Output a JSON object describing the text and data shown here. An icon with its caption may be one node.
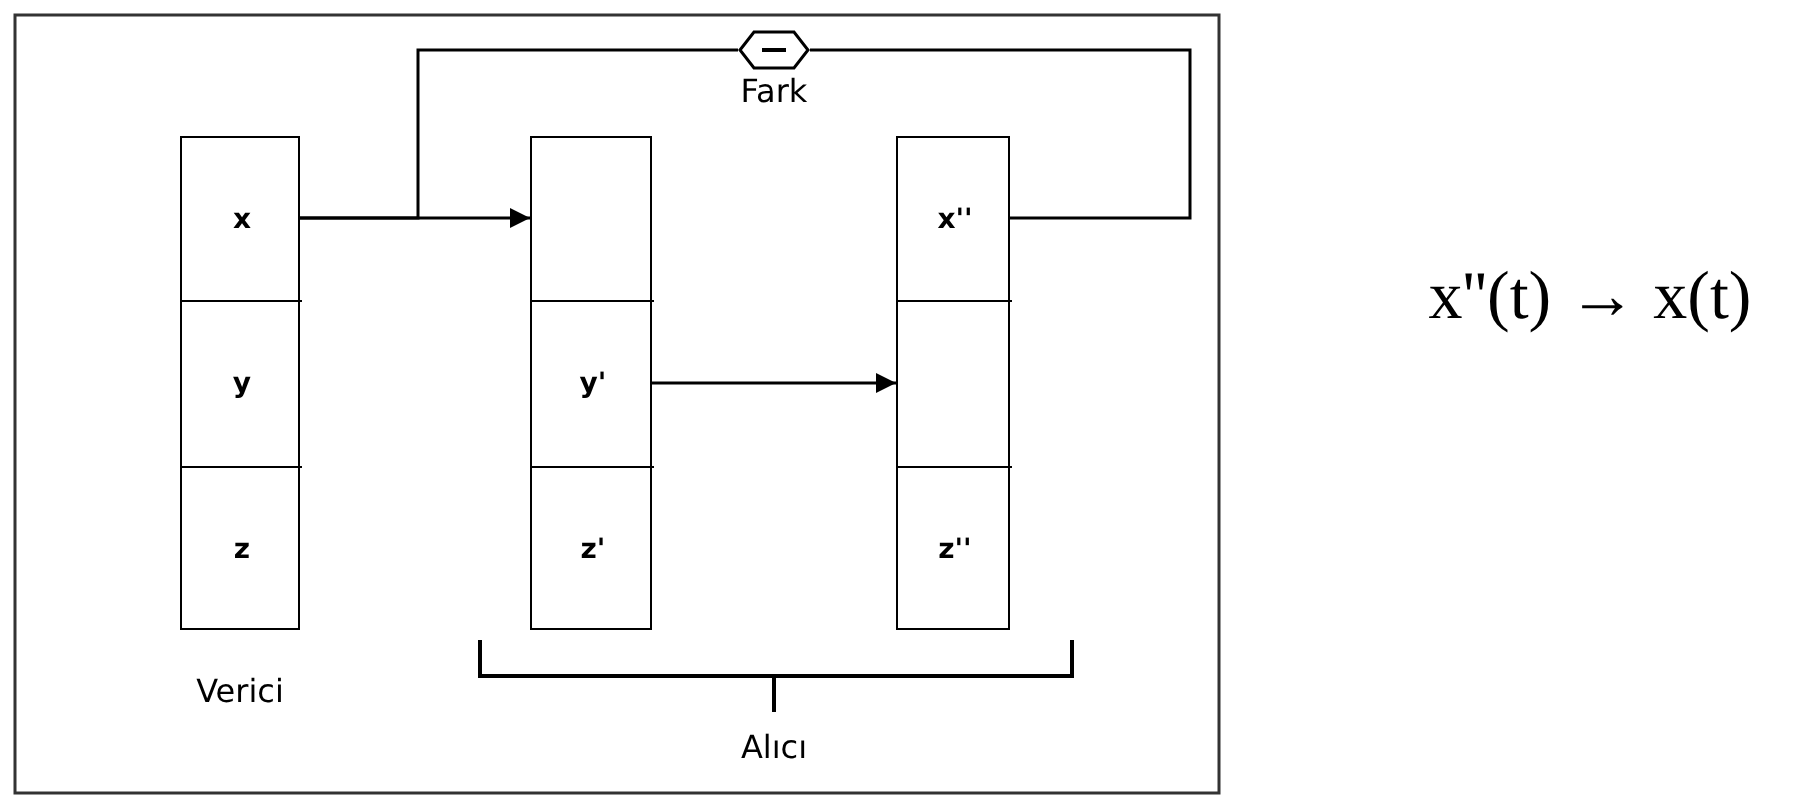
{
  "diagram": {
    "nodes": [
      {
        "text": [],
        "shape": "box",
        "beside": [
          "Verici"
        ]
      },
      {
        "text": [
          "x"
        ],
        "in": 0
      },
      {
        "text": [
          "y"
        ],
        "in": 0
      },
      {
        "text": [
          "z"
        ],
        "in": 0
      },
      {
        "text": [],
        "shape": "box"
      },
      {
        "text": [],
        "shape": "box",
        "in": 4
      },
      {
        "text": [
          "y'"
        ],
        "in": 4
      },
      {
        "text": [
          "z'"
        ],
        "in": 4
      },
      {
        "text": [],
        "shape": "box"
      },
      {
        "text": [
          "x''"
        ],
        "in": 8
      },
      {
        "text": [],
        "shape": "box",
        "in": 8
      },
      {
        "text": [
          "z''"
        ],
        "in": 8
      },
      {
        "text": [],
        "shape": "hexagon",
        "beside": [
          "Fark"
        ]
      }
    ],
    "edges": [
      {
        "from": 1,
        "to": 5,
        "arrow": "to"
      },
      {
        "from": 6,
        "to": 10,
        "arrow": "to"
      },
      {
        "from": 1,
        "to": 12,
        "arrow": "none"
      },
      {
        "from": 9,
        "to": 12,
        "arrow": "none"
      }
    ],
    "labels": [
      "Alıcı",
      "x''(t) → x(t)"
    ]
  }
}
